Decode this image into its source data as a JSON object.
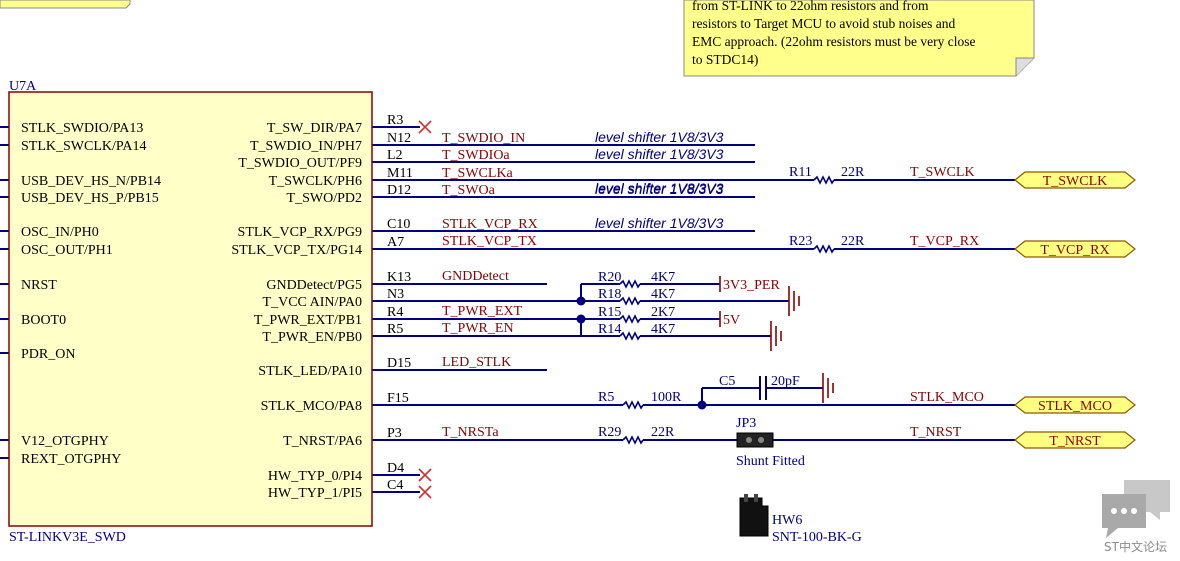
{
  "colors": {
    "wire": "#00007f",
    "body": "#ffffc8",
    "outline": "#8b0000",
    "netlabel": "#8b0000",
    "pin_text": "#000000",
    "comment": "#000080",
    "no_connect": "#d43030",
    "note_bg": "#ffff8c"
  },
  "note": {
    "lines": [
      "from ST-LINK to 22ohm resistors and from",
      "resistors to Target MCU to avoid stub noises and",
      "EMC approach. (22ohm resistors must be very close",
      "to STDC14)"
    ]
  },
  "component": {
    "designator": "U7A",
    "part_name": "ST-LINKV3E_SWD",
    "left_pins": [
      "STLK_SWDIO/PA13",
      "STLK_SWCLK/PA14",
      "USB_DEV_HS_N/PB14",
      "USB_DEV_HS_P/PB15",
      "OSC_IN/PH0",
      "OSC_OUT/PH1",
      "NRST",
      "BOOT0",
      "PDR_ON",
      "V12_OTGPHY",
      "REXT_OTGPHY"
    ],
    "right_pins": [
      {
        "name": "T_SW_DIR/PA7",
        "num": "R3"
      },
      {
        "name": "T_SWDIO_IN/PH7",
        "num": "N12"
      },
      {
        "name": "T_SWDIO_OUT/PF9",
        "num": "L2"
      },
      {
        "name": "T_SWCLK/PH6",
        "num": "M11"
      },
      {
        "name": "T_SWO/PD2",
        "num": "D12"
      },
      {
        "name": "STLK_VCP_RX/PG9",
        "num": "C10"
      },
      {
        "name": "STLK_VCP_TX/PG14",
        "num": "A7"
      },
      {
        "name": "GNDDetect/PG5",
        "num": "K13"
      },
      {
        "name": "T_VCC AIN/PA0",
        "num": "N3"
      },
      {
        "name": "T_PWR_EXT/PB1",
        "num": "R4"
      },
      {
        "name": "T_PWR_EN/PB0",
        "num": "R5"
      },
      {
        "name": "STLK_LED/PA10",
        "num": "D15"
      },
      {
        "name": "STLK_MCO/PA8",
        "num": "F15"
      },
      {
        "name": "T_NRST/PA6",
        "num": "P3"
      },
      {
        "name": "HW_TYP_0/PI4",
        "num": "D4"
      },
      {
        "name": "HW_TYP_1/PI5",
        "num": "C4"
      }
    ]
  },
  "nets": {
    "t_swdio_in": "T_SWDIO_IN",
    "t_swdioa": "T_SWDIOa",
    "t_swclka": "T_SWCLKa",
    "t_swoa": "T_SWOa",
    "stlk_vcp_rx": "STLK_VCP_RX",
    "stlk_vcp_tx": "STLK_VCP_TX",
    "gnddetect": "GNDDetect",
    "t_pwr_ext": "T_PWR_EXT",
    "t_pwr_en": "T_PWR_EN",
    "led_stlk": "LED_STLK",
    "t_nrsta": "T_NRSTa",
    "t_swclk": "T_SWCLK",
    "t_vcp_rx": "T_VCP_RX",
    "stlk_mco": "STLK_MCO",
    "t_nrst": "T_NRST"
  },
  "level_shifter_comment": "level shifter 1V8/3V3",
  "ports": [
    "T_SWCLK",
    "T_VCP_RX",
    "STLK_MCO",
    "T_NRST"
  ],
  "resistors": [
    {
      "ref": "R11",
      "val": "22R"
    },
    {
      "ref": "R23",
      "val": "22R"
    },
    {
      "ref": "R20",
      "val": "4K7"
    },
    {
      "ref": "R18",
      "val": "4K7"
    },
    {
      "ref": "R15",
      "val": "2K7"
    },
    {
      "ref": "R14",
      "val": "4K7"
    },
    {
      "ref": "R5",
      "val": "100R"
    },
    {
      "ref": "R29",
      "val": "22R"
    }
  ],
  "capacitor": {
    "ref": "C5",
    "val": "20pF"
  },
  "power": {
    "v3v3": "3V3_PER",
    "v5": "5V"
  },
  "jumper": {
    "ref": "JP3",
    "label": "Shunt Fitted"
  },
  "hardware": {
    "ref": "HW6",
    "part": "SNT-100-BK-G"
  },
  "watermark": {
    "text": "ST中文论坛"
  }
}
